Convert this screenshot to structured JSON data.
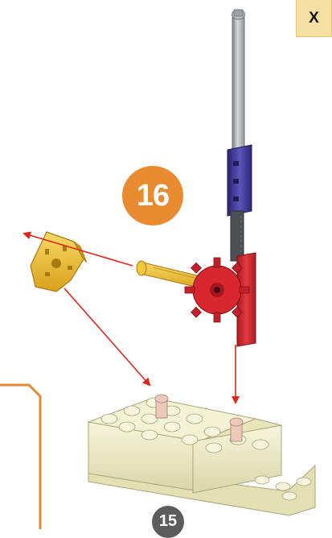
{
  "header": {
    "close_label": "X"
  },
  "steps": {
    "current": "16",
    "previous": "15"
  },
  "colors": {
    "step_badge": "#e98b30",
    "previous_badge": "#5c5c5c",
    "arrow": "#e0261b",
    "connector_yellow": "#f2c02e",
    "connector_red": "#d8272f",
    "rod_grey": "#a9aeb2",
    "connector_purple": "#3e3590",
    "brick_cream": "#f1efc8",
    "callout_border": "#e08a33"
  }
}
